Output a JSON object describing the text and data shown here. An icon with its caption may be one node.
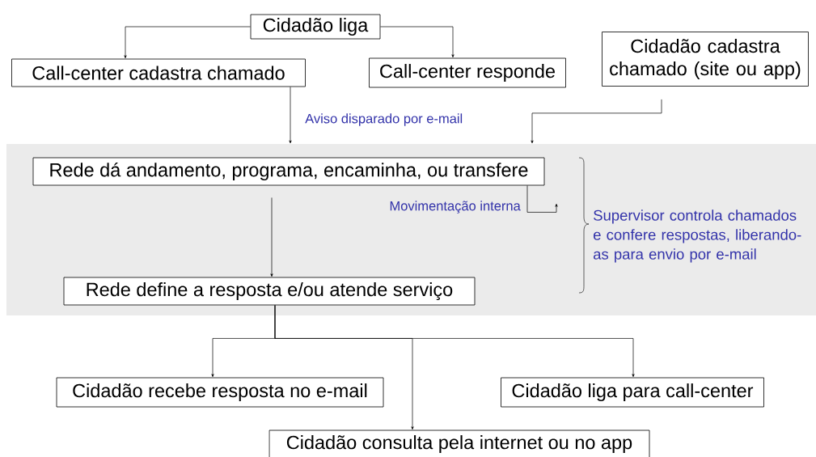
{
  "diagram": {
    "nodes": [
      {
        "text": [
          "Cidadão liga"
        ]
      },
      {
        "text": [
          "Call-center cadastra chamado"
        ]
      },
      {
        "text": [
          "Call-center responde"
        ]
      },
      {
        "text": [
          "Cidadão cadastra chamado (site ou app)"
        ]
      },
      {
        "text": [],
        "shape": "band"
      },
      {
        "text": [
          "Rede dá andamento, programa, encaminha, ou transfere"
        ],
        "in": 4
      },
      {
        "text": [
          "Rede define a resposta e/ou atende serviço"
        ],
        "in": 4
      },
      {
        "text": [
          "Cidadão recebe resposta no e-mail"
        ]
      },
      {
        "text": [
          "Cidadão liga para call-center"
        ]
      },
      {
        "text": [
          "Cidadão consulta pela internet ou no app"
        ]
      }
    ],
    "edges": [
      {
        "from": 0,
        "to": 1,
        "arrow": "to"
      },
      {
        "from": 0,
        "to": 2,
        "arrow": "to"
      },
      {
        "from": 1,
        "to": 4,
        "arrow": "to",
        "label": "Aviso disparado por e-mail"
      },
      {
        "from": 3,
        "to": 4,
        "arrow": "to"
      },
      {
        "from": 5,
        "to": null,
        "arrow": "to",
        "label": "Movimentação interna"
      },
      {
        "from": 5,
        "to": 6,
        "arrow": "to"
      },
      {
        "from": 6,
        "to": 7,
        "arrow": "to"
      },
      {
        "from": 6,
        "to": 8,
        "arrow": "to"
      },
      {
        "from": 6,
        "to": 9,
        "arrow": "to"
      }
    ],
    "labels": [
      "Supervisor controla chamados e confere respostas, liberando-as para envio por e-mail"
    ]
  }
}
